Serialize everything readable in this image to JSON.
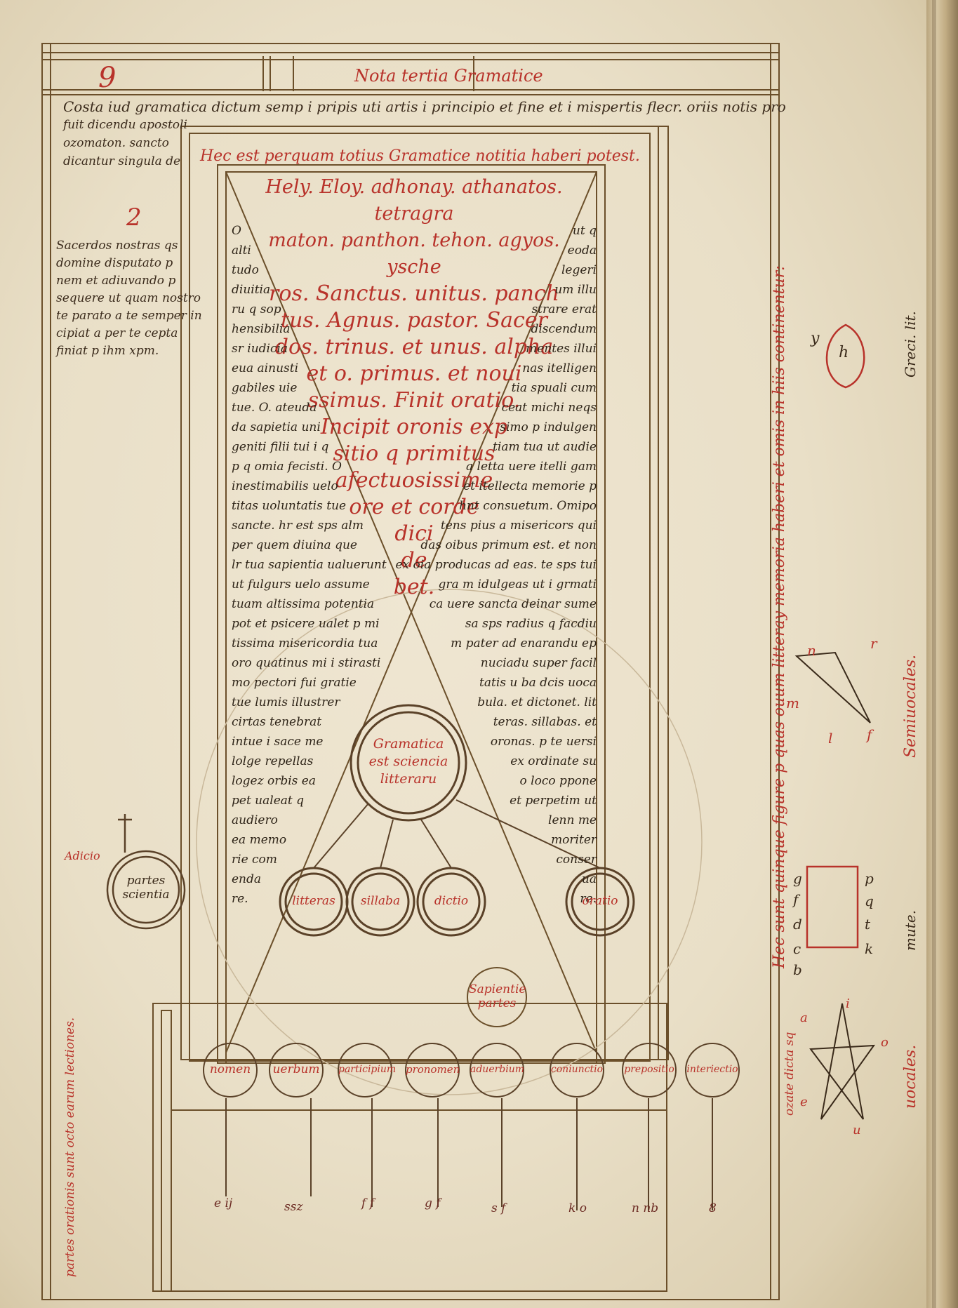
{
  "header": {
    "title": "Nota tertia Gramatice",
    "marker": "9"
  },
  "gloss_top": {
    "lines": [
      "Costa iud gramatica dictum semp i pripis uti artis i principio et fine et i mispertis flecr. oriis notis pro",
      "fuit dicendu apostoli",
      "ozomaton. sancto",
      "dicantur singula de"
    ]
  },
  "rubric_top": "Hec est perquam totius Gramatice notitia haberi potest.",
  "gloss_left": {
    "marker": "2",
    "lines": [
      "Sacerdos nostras qs",
      "domine disputato p",
      "nem et adiuvando p",
      "sequere ut quam nostro",
      "te parato a te semper in",
      "cipiat a per te cepta",
      "finiat p ihm xpm."
    ]
  },
  "inner_red_text": {
    "lines": [
      "Hely. Eloy. adhonay. athanatos. tetragra",
      "maton. panthon. tehon. agyos. ysche",
      "ros. Sanctus. unitus. panch",
      "tus. Agnus. pastor. Sacer",
      "dos. trinus. et unus. alpha",
      "et o. primus. et noui",
      "ssimus. Finit oratio.",
      "Incipit oronis exp",
      "sitio q primitus",
      "afectuosissime",
      "ore et corde",
      "dici",
      "de",
      "bet."
    ]
  },
  "left_column": {
    "lines": [
      "O",
      "alti",
      "tudo",
      "diuitia",
      "ru q sop",
      "hensibilia",
      "sr iudicia",
      "eua ainusti",
      "gabiles uie",
      "tue. O. ateuda",
      "da sapietia uni",
      "geniti filii tui i q",
      "p q omia fecisti. O",
      "inestimabilis uelo",
      "titas uoluntatis tue",
      "sancte. hr est sps alm",
      "per quem diuina que",
      "lr tua sapientia ualuerunt",
      "ut fulgurs uelo assume",
      "tuam altissima potentia",
      "pot et psicere ualet p mi",
      "tissima misericordia tua",
      "oro quatinus mi i stirasti",
      "mo pectori fui gratie",
      "tue lumis illustrer",
      "cirtas tenebrat",
      "intue i sace me",
      "lolge repellas",
      "logez orbis ea",
      "pet ualeat q",
      "audiero",
      "ea memo",
      "rie com",
      "enda",
      "re."
    ]
  },
  "right_column": {
    "lines": [
      "ut q",
      "eoda",
      "legeri",
      "um illu",
      "strare erat",
      "discendum",
      "mentes illui",
      "nas itelligen",
      "tia spuali cum",
      "ceat michi neqs",
      "simo p indulgen",
      "tiam tua ut audie",
      "a letta uere itelli gam",
      "et itellecta memorie p",
      "hnt consuetum. Omipo",
      "tens pius a misericors qui",
      "das oibus primum est. et non",
      "ex oia producas ad eas. te sps tui",
      "gra m idulgeas ut i grmati",
      "ca uere sancta deinar sume",
      "sa sps radius q facdiu",
      "m pater ad enarandu ep",
      "nuciadu super facil",
      "tatis u ba dcis uoca",
      "bula. et dictonet. lit",
      "teras. sillabas. et",
      "oronas. p te uersi",
      "ex ordinate su",
      "o loco ppone",
      "et perpetim ut",
      "lenn me",
      "moriter",
      "conser",
      "ua",
      "re."
    ]
  },
  "right_margin_vertical": "Hec sunt quinque figure p quas ouum litteray memoria haberi et omis in hiis continentur:",
  "grammar_center": {
    "lines": [
      "Gramatica",
      "est sciencia",
      "litteraru"
    ]
  },
  "grammar_parts": [
    "litteras",
    "sillaba",
    "dictio",
    "oratio"
  ],
  "sapientie_partes": {
    "lines": [
      "Sapientie",
      "partes"
    ]
  },
  "parts_of_speech": [
    "nomen",
    "uerbum",
    "participium",
    "pronomen",
    "aduerbium",
    "coniunctio",
    "prepositio",
    "interiectio"
  ],
  "parts_vertical_label": "partes orationis sunt octo earum lectiones.",
  "left_circle": {
    "side_label": "Adicio",
    "lines": [
      "partes",
      "scientia"
    ]
  },
  "right_figures": {
    "circle_label": "Greci. lit.",
    "circle_letter": "h",
    "circle_outer_letter": "y",
    "triangle_label": "Semiuocales.",
    "triangle_letters": [
      "m",
      "n",
      "r",
      "f",
      "l"
    ],
    "rect_label": "mute.",
    "rect_letters_left": [
      "b",
      "c",
      "d",
      "f",
      "g"
    ],
    "rect_letters_right": [
      "p",
      "q",
      "t",
      "k"
    ],
    "pentagram_label": "uocales.",
    "pentagram_letters": [
      "a",
      "e",
      "i",
      "o",
      "u"
    ],
    "vertical_note": "ozate dicta sq"
  },
  "bottom_marks": [
    "e ij",
    "ssz",
    "f f",
    "g f",
    "s f",
    "k o",
    "n nb",
    "8"
  ]
}
